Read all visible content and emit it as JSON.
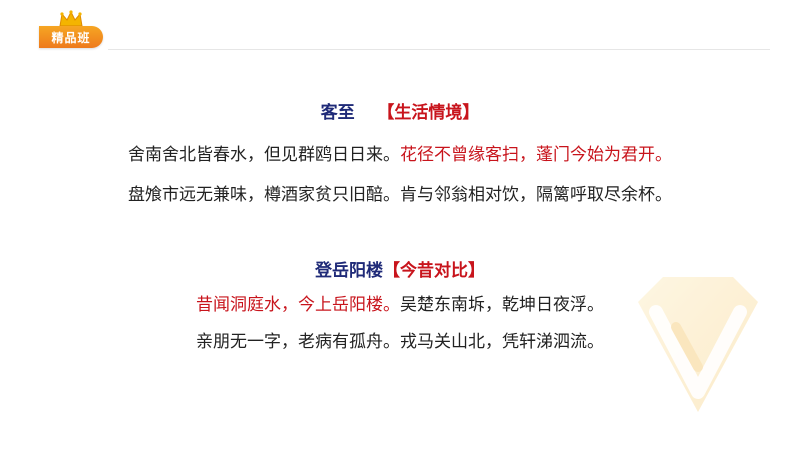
{
  "badge": {
    "label": "精品班"
  },
  "poem1": {
    "title": "客至",
    "tag": "【生活情境】",
    "line1_black": "舍南舍北皆春水，但见群鸥日日来。",
    "line1_red": "花径不曾缘客扫，蓬门今始为君开。",
    "line2": "盘飧市远无兼味，樽酒家贫只旧醅。肯与邻翁相对饮，隔篱呼取尽余杯。"
  },
  "poem2": {
    "title": "登岳阳楼",
    "tag": "【今昔对比】",
    "line1_red": "昔闻洞庭水，今上岳阳楼。",
    "line1_black": "吴楚东南坼，乾坤日夜浮。",
    "line2": "亲朋无一字，老病有孤舟。戎马关山北，凭轩涕泗流。"
  },
  "colors": {
    "title": "#1f2a78",
    "highlight": "#c8141c",
    "badge": "#ee7a1c"
  }
}
